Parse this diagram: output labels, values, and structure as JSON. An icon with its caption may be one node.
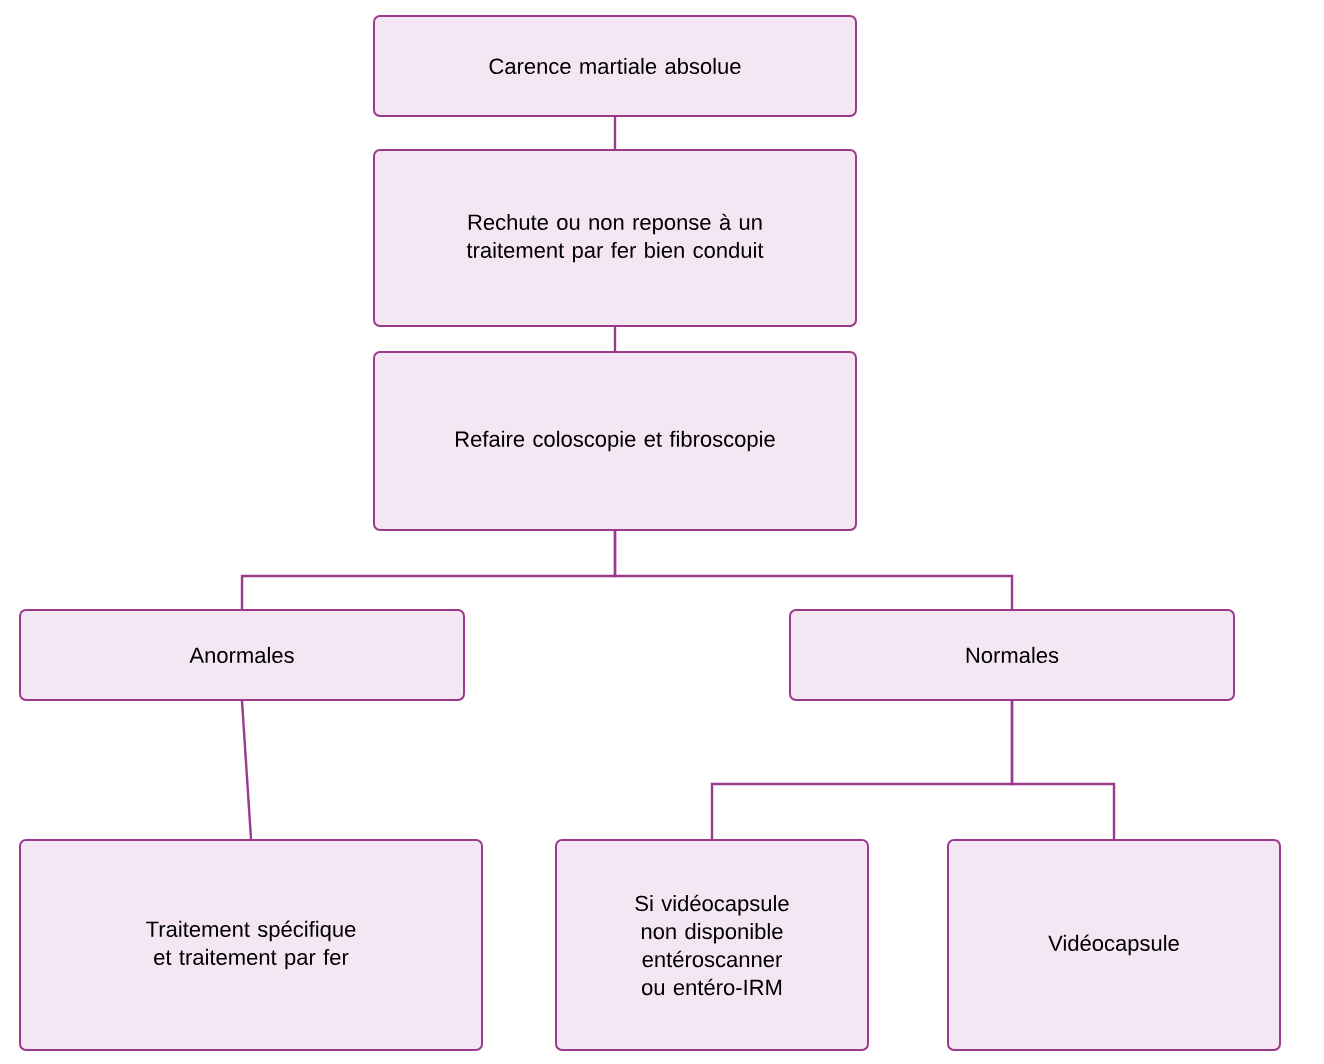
{
  "diagram": {
    "nodes": [
      {
        "text": [
          "Carence martiale absolue"
        ]
      },
      {
        "text": [
          "Rechute ou non reponse à un traitement par fer bien conduit"
        ]
      },
      {
        "text": [
          "Refaire coloscopie et fibroscopie"
        ]
      },
      {
        "text": [
          "Anormales"
        ]
      },
      {
        "text": [
          "Normales"
        ]
      },
      {
        "text": [
          "Traitement spécifique et traitement par fer"
        ]
      },
      {
        "text": [
          "Si vidéocapsule non disponible entéroscanner ou entéro-IRM"
        ]
      },
      {
        "text": [
          "Vidéocapsule"
        ]
      }
    ],
    "edges": [
      {
        "from": 0,
        "to": 1,
        "arrow": "none"
      },
      {
        "from": 1,
        "to": 2,
        "arrow": "none"
      },
      {
        "from": 2,
        "to": 3,
        "arrow": "none"
      },
      {
        "from": 2,
        "to": 4,
        "arrow": "none"
      },
      {
        "from": 3,
        "to": 5,
        "arrow": "none"
      },
      {
        "from": 4,
        "to": 6,
        "arrow": "none"
      },
      {
        "from": 4,
        "to": 7,
        "arrow": "none"
      }
    ]
  }
}
